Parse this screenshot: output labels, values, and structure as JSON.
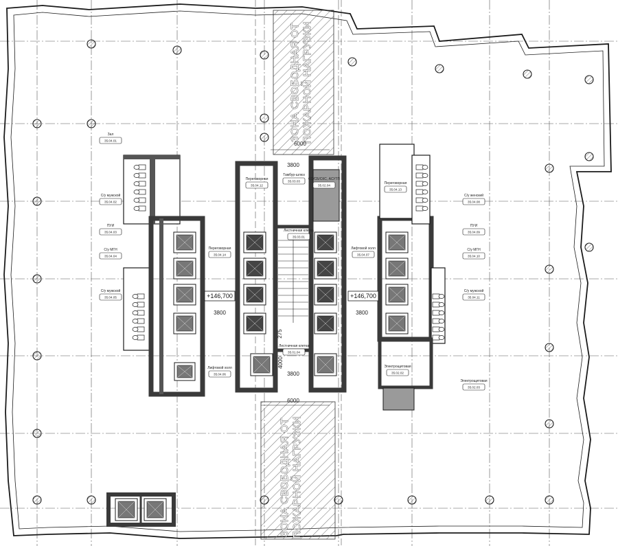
{
  "zone_label": {
    "line1": "ЗОНА СВОБОДНАЯ ОТ",
    "line2": "ПОЖАРНОЙ НАГРУЗКИ"
  },
  "dimensions": {
    "zone_width": "6000",
    "corridor_width": "3800",
    "stair_offset": "4000",
    "small_dim": "275"
  },
  "elevation_marks": {
    "left": "+146,700",
    "right": "+146,700"
  },
  "rooms": [
    {
      "name": "Зал",
      "code": "35.04.01"
    },
    {
      "name": "С/у мужской",
      "code": "35.04.02"
    },
    {
      "name": "ПУИ",
      "code": "35.04.03"
    },
    {
      "name": "С/у МГН",
      "code": "35.04.04"
    },
    {
      "name": "С/у мужской",
      "code": "35.04.05"
    },
    {
      "name": "Переговорная",
      "code": "35.04.12"
    },
    {
      "name": "Тамбур-шлюз",
      "code": "35.03.03"
    },
    {
      "name": "СС/СБ/СКС, АСУТП",
      "code": "35.02.04"
    },
    {
      "name": "Переговорная",
      "code": "35.04.13"
    },
    {
      "name": "С/у женский",
      "code": "35.04.08"
    },
    {
      "name": "ПУИ",
      "code": "35.04.09"
    },
    {
      "name": "С/у МГН",
      "code": "35.04.10"
    },
    {
      "name": "С/у мужской",
      "code": "35.04.11"
    },
    {
      "name": "Переговорная",
      "code": "35.04.14"
    },
    {
      "name": "Лифтовой холл",
      "code": "35.04.07"
    },
    {
      "name": "Лифтовой холл",
      "code": "35.04.06"
    },
    {
      "name": "Лестничная клетка",
      "code": "35.01.04"
    },
    {
      "name": "Электрощитовая",
      "code": "35.02.02"
    },
    {
      "name": "Электрощитовая",
      "code": "35.02.03"
    },
    {
      "name": "Лестничная клетка",
      "code": "35.03.01"
    }
  ],
  "colors": {
    "line": "#1a1a1a",
    "wall": "#4a4a4a",
    "hatch": "#7a7a7a",
    "shaft_fill": "#9a9a9a"
  }
}
